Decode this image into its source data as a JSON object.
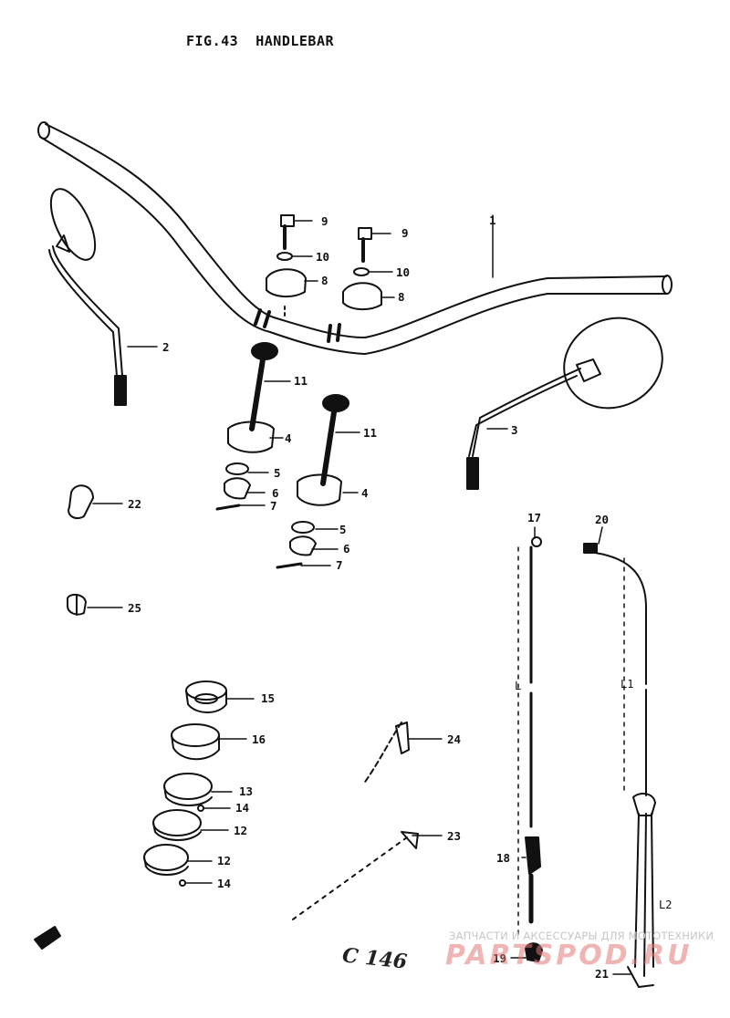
{
  "figure": {
    "title": "FIG.43  HANDLEBAR",
    "page_number": "C 146"
  },
  "callouts": [
    "1",
    "2",
    "3",
    "4",
    "4",
    "5",
    "5",
    "6",
    "6",
    "7",
    "7",
    "8",
    "8",
    "9",
    "9",
    "10",
    "10",
    "11",
    "11",
    "12",
    "12",
    "13",
    "14",
    "14",
    "15",
    "16",
    "17",
    "18",
    "19",
    "20",
    "21",
    "22",
    "23",
    "24",
    "25"
  ],
  "length_marks": [
    "L",
    "L1",
    "L2"
  ],
  "watermark": {
    "caption": "ЗАПЧАСТИ И АКСЕССУАРЫ ДЛЯ МОТОТЕХНИКИ",
    "logo": "PARTSPOD.RU"
  },
  "colors": {
    "ink": "#111111",
    "paper": "#ffffff",
    "watermark_logo": "#e07878",
    "watermark_caption": "#c7c7c7"
  }
}
